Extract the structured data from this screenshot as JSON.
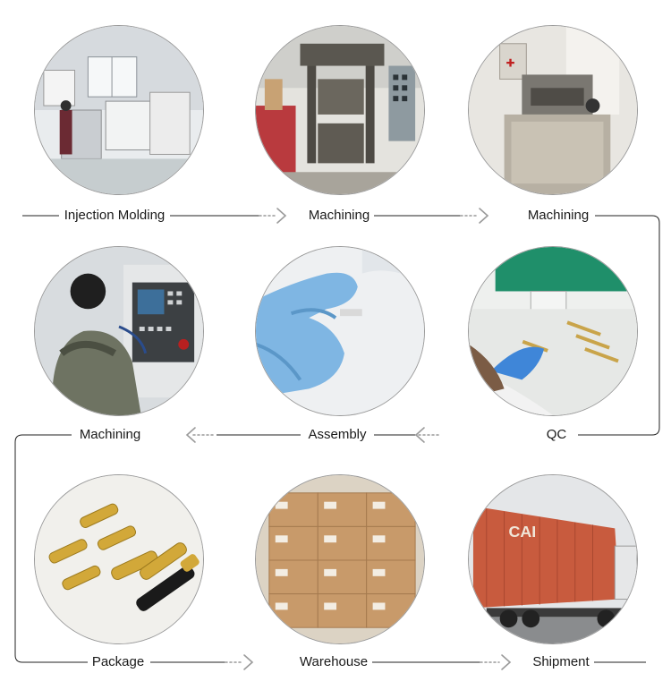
{
  "steps": [
    {
      "label": "Injection Molding",
      "icon": "factory-floor-photo"
    },
    {
      "label": "Machining",
      "icon": "press-machine-photo"
    },
    {
      "label": "Machining",
      "icon": "milling-machine-photo"
    },
    {
      "label": "Machining",
      "icon": "cnc-operator-photo"
    },
    {
      "label": "Assembly",
      "icon": "gloved-hands-assembly-photo"
    },
    {
      "label": "QC",
      "icon": "quality-inspection-photo"
    },
    {
      "label": "Package",
      "icon": "gold-parts-package-photo"
    },
    {
      "label": "Warehouse",
      "icon": "carton-stack-photo"
    },
    {
      "label": "Shipment",
      "icon": "container-truck-photo"
    }
  ],
  "colors": {
    "line": "#222222",
    "arrow": "#9a9a9a",
    "border": "#9a9a9a"
  }
}
